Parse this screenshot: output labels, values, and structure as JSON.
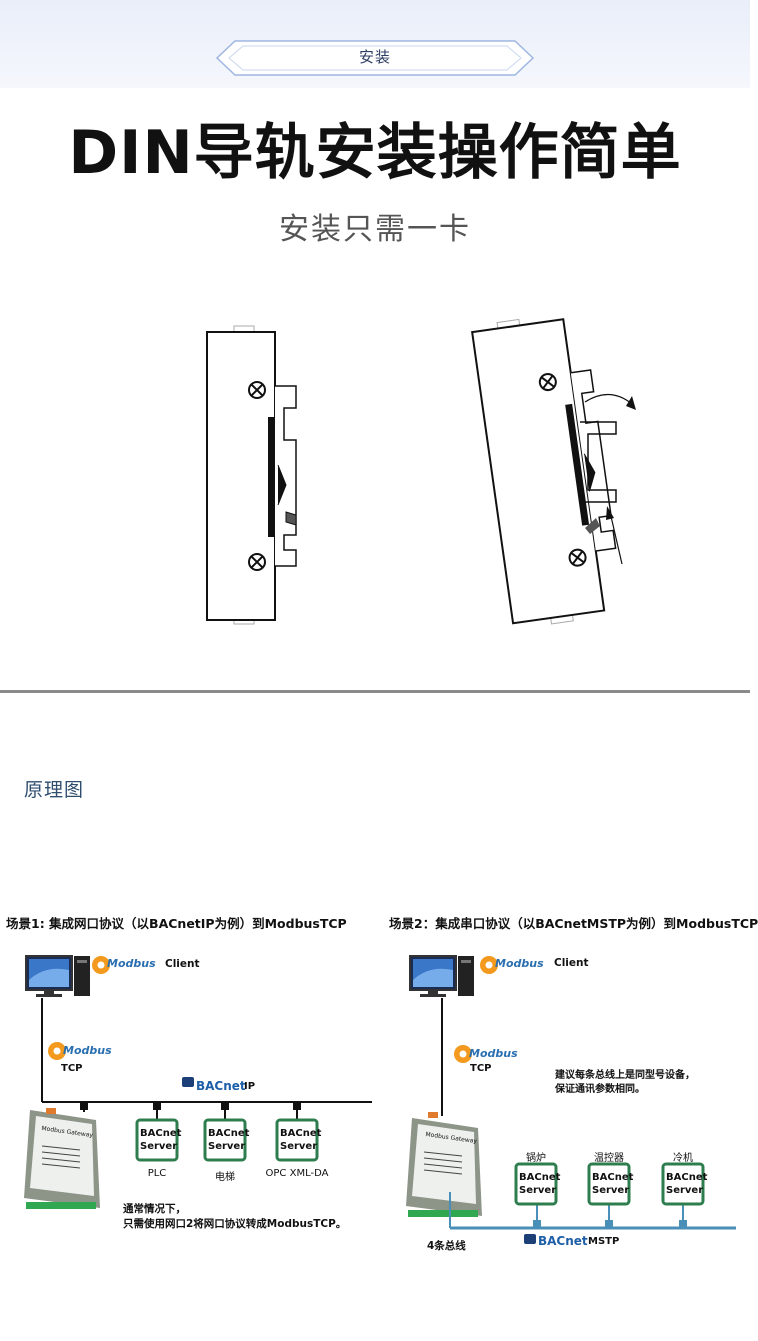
{
  "banner": {
    "label": "安装"
  },
  "headline": {
    "title": "DIN导轨安装操作简单",
    "subtitle": "安装只需一卡"
  },
  "section": {
    "label": "原理图"
  },
  "scene1": {
    "title": "场景1: 集成网口协议（以BACnetIP为例）到ModbusTCP",
    "client_label": "Client",
    "modbus_logo": "Modbus",
    "tcp_label": "TCP",
    "bacnet_logo": "BACnet",
    "bus_label": "IP",
    "gateway_label": "Modbus Gateway",
    "servers": [
      {
        "line1": "BACnet",
        "line2": "Server",
        "caption": "PLC"
      },
      {
        "line1": "BACnet",
        "line2": "Server",
        "caption": "电梯"
      },
      {
        "line1": "BACnet",
        "line2": "Server",
        "caption": "OPC XML-DA"
      }
    ],
    "note_line1": "通常情况下，",
    "note_line2": "只需使用网口2将网口协议转成ModbusTCP。"
  },
  "scene2": {
    "title": "场景2：集成串口协议（以BACnetMSTP为例）到ModbusTCP",
    "client_label": "Client",
    "modbus_logo": "Modbus",
    "tcp_label": "TCP",
    "bacnet_logo": "BACnet",
    "bus_label": "MSTP",
    "gateway_label": "Modbus Gateway",
    "advice_line1": "建议每条总线上是同型号设备，",
    "advice_line2": "保证通讯参数相同。",
    "servers": [
      {
        "line1": "BACnet",
        "line2": "Server",
        "caption": "锅炉"
      },
      {
        "line1": "BACnet",
        "line2": "Server",
        "caption": "温控器"
      },
      {
        "line1": "BACnet",
        "line2": "Server",
        "caption": "冷机"
      }
    ],
    "bus_count": "4条总线"
  },
  "colors": {
    "modbus_blue": "#2a6fb0",
    "modbus_orange": "#f39a1e",
    "server_green": "#2e7d4f",
    "bus_teal": "#4a8fb8"
  }
}
